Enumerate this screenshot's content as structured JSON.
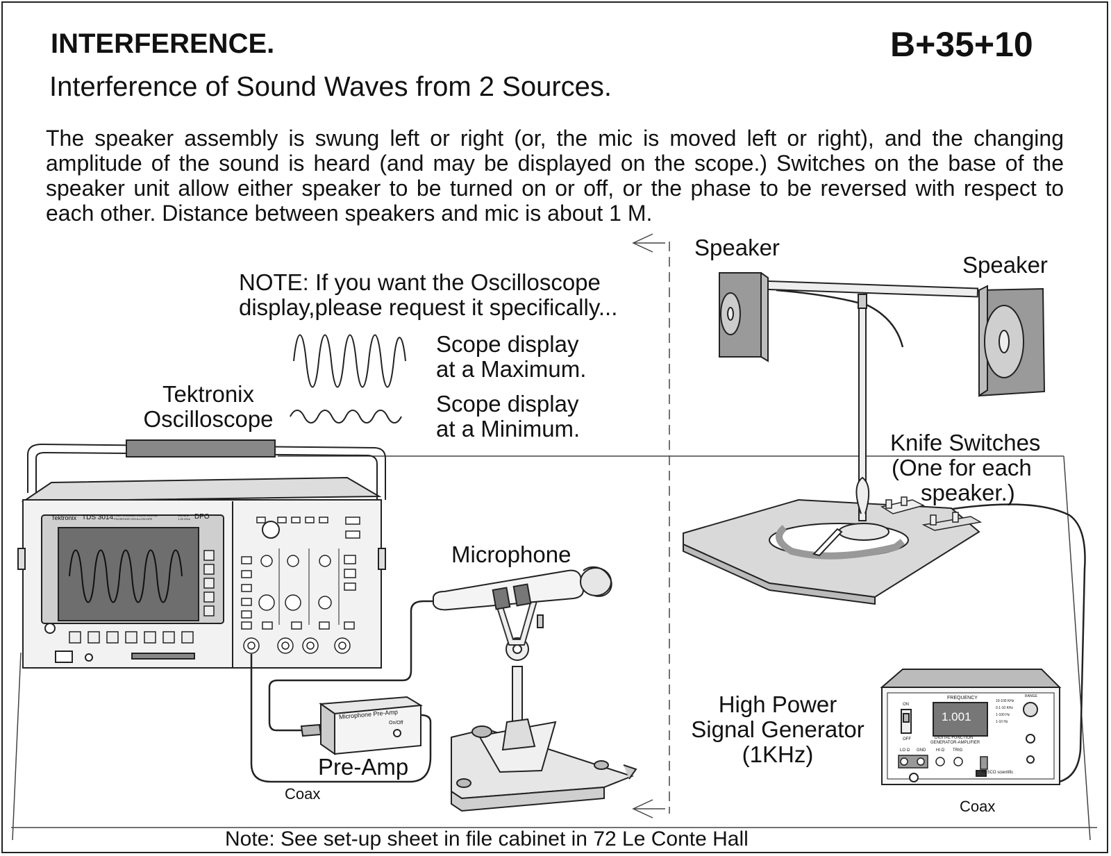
{
  "header": {
    "title": "INTERFERENCE.",
    "code": "B+35+10",
    "subtitle": "Interference of Sound Waves from 2 Sources."
  },
  "description": "The speaker assembly is swung left or right (or, the mic is moved left or right), and the changing amplitude of the sound is heard (and may be displayed on the scope.)  Switches on the base of the speaker unit allow either speaker to be turned on or off, or the phase to be reversed with respect to each other. Distance between speakers and mic is about 1 M.",
  "note_scope": {
    "line1": "NOTE:  If you want the Oscilloscope",
    "line2": "display,please request it specifically..."
  },
  "scope_max": {
    "line1": "Scope display",
    "line2": "at a Maximum."
  },
  "scope_min": {
    "line1": "Scope display",
    "line2": "at a Minimum."
  },
  "labels": {
    "oscilloscope_line1": "Tektronix",
    "oscilloscope_line2": "Oscilloscope",
    "speaker_left": "Speaker",
    "speaker_right": "Speaker",
    "knife_line1": "Knife Switches",
    "knife_line2": "(One for each",
    "knife_line3": "speaker.)",
    "microphone": "Microphone",
    "preamp": "Pre-Amp",
    "coax_left": "Coax",
    "coax_right": "Coax",
    "siggen_line1": "High Power",
    "siggen_line2": "Signal Generator",
    "siggen_line3": "(1KHz)"
  },
  "scope_panel": {
    "brand": "Tektronix",
    "model": "TDS 3014",
    "model_sub": "FOUR CHANNEL COLOR DIGITAL PHOSPHOR OSCILLOSCOPE",
    "spec": "100 MHz 1.25 GS/s",
    "dpo": "DPO"
  },
  "preamp_device": {
    "label": "Microphone Pre-Amp",
    "switch": "On/Off"
  },
  "generator": {
    "frequency_label": "FREQUENCY",
    "display": "1.001",
    "on": "ON",
    "off": "OFF",
    "name_line1": "DIGITAL FUNCTION",
    "name_line2": "GENERATOR-AMPLIFIER",
    "brand": "PASCO scientific",
    "range": "RANGE",
    "ranges": [
      "10-100 KHz",
      "0.1-10 KHz",
      "1-100 Hz",
      "1-10 Hz"
    ],
    "lo": "LO Ω",
    "gnd": "GND",
    "hi": "HI Ω",
    "trig": "TRIG"
  },
  "footer": "Note:  See set-up sheet in file cabinet in 72 Le Conte Hall"
}
